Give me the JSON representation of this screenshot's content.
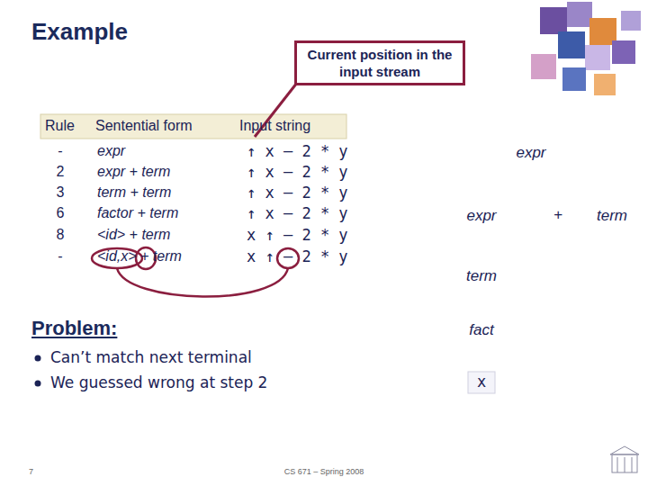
{
  "diagram": {
    "title": "Example",
    "nodes": [
      {
        "text": [
          "Current position in the input stream"
        ]
      }
    ],
    "edges": [],
    "labels": [
      "Rule",
      "Sentential form",
      "Input string",
      "-",
      "expr",
      "↑ x – 2 * y",
      "2",
      "expr + term",
      "↑ x – 2 * y",
      "3",
      "term + term",
      "↑ x – 2 * y",
      "6",
      "factor + term",
      "↑ x – 2 * y",
      "8",
      "<id> + term",
      "x ↑ – 2 * y",
      "-",
      "<id,x> + term",
      "x ↑ – 2 * y",
      "Problem:",
      "Can’t match next terminal",
      "We guessed wrong at step 2",
      "expr",
      "expr",
      "+",
      "term",
      "term",
      "fact",
      "x",
      "7",
      "CS 671 – Spring 2008"
    ]
  }
}
